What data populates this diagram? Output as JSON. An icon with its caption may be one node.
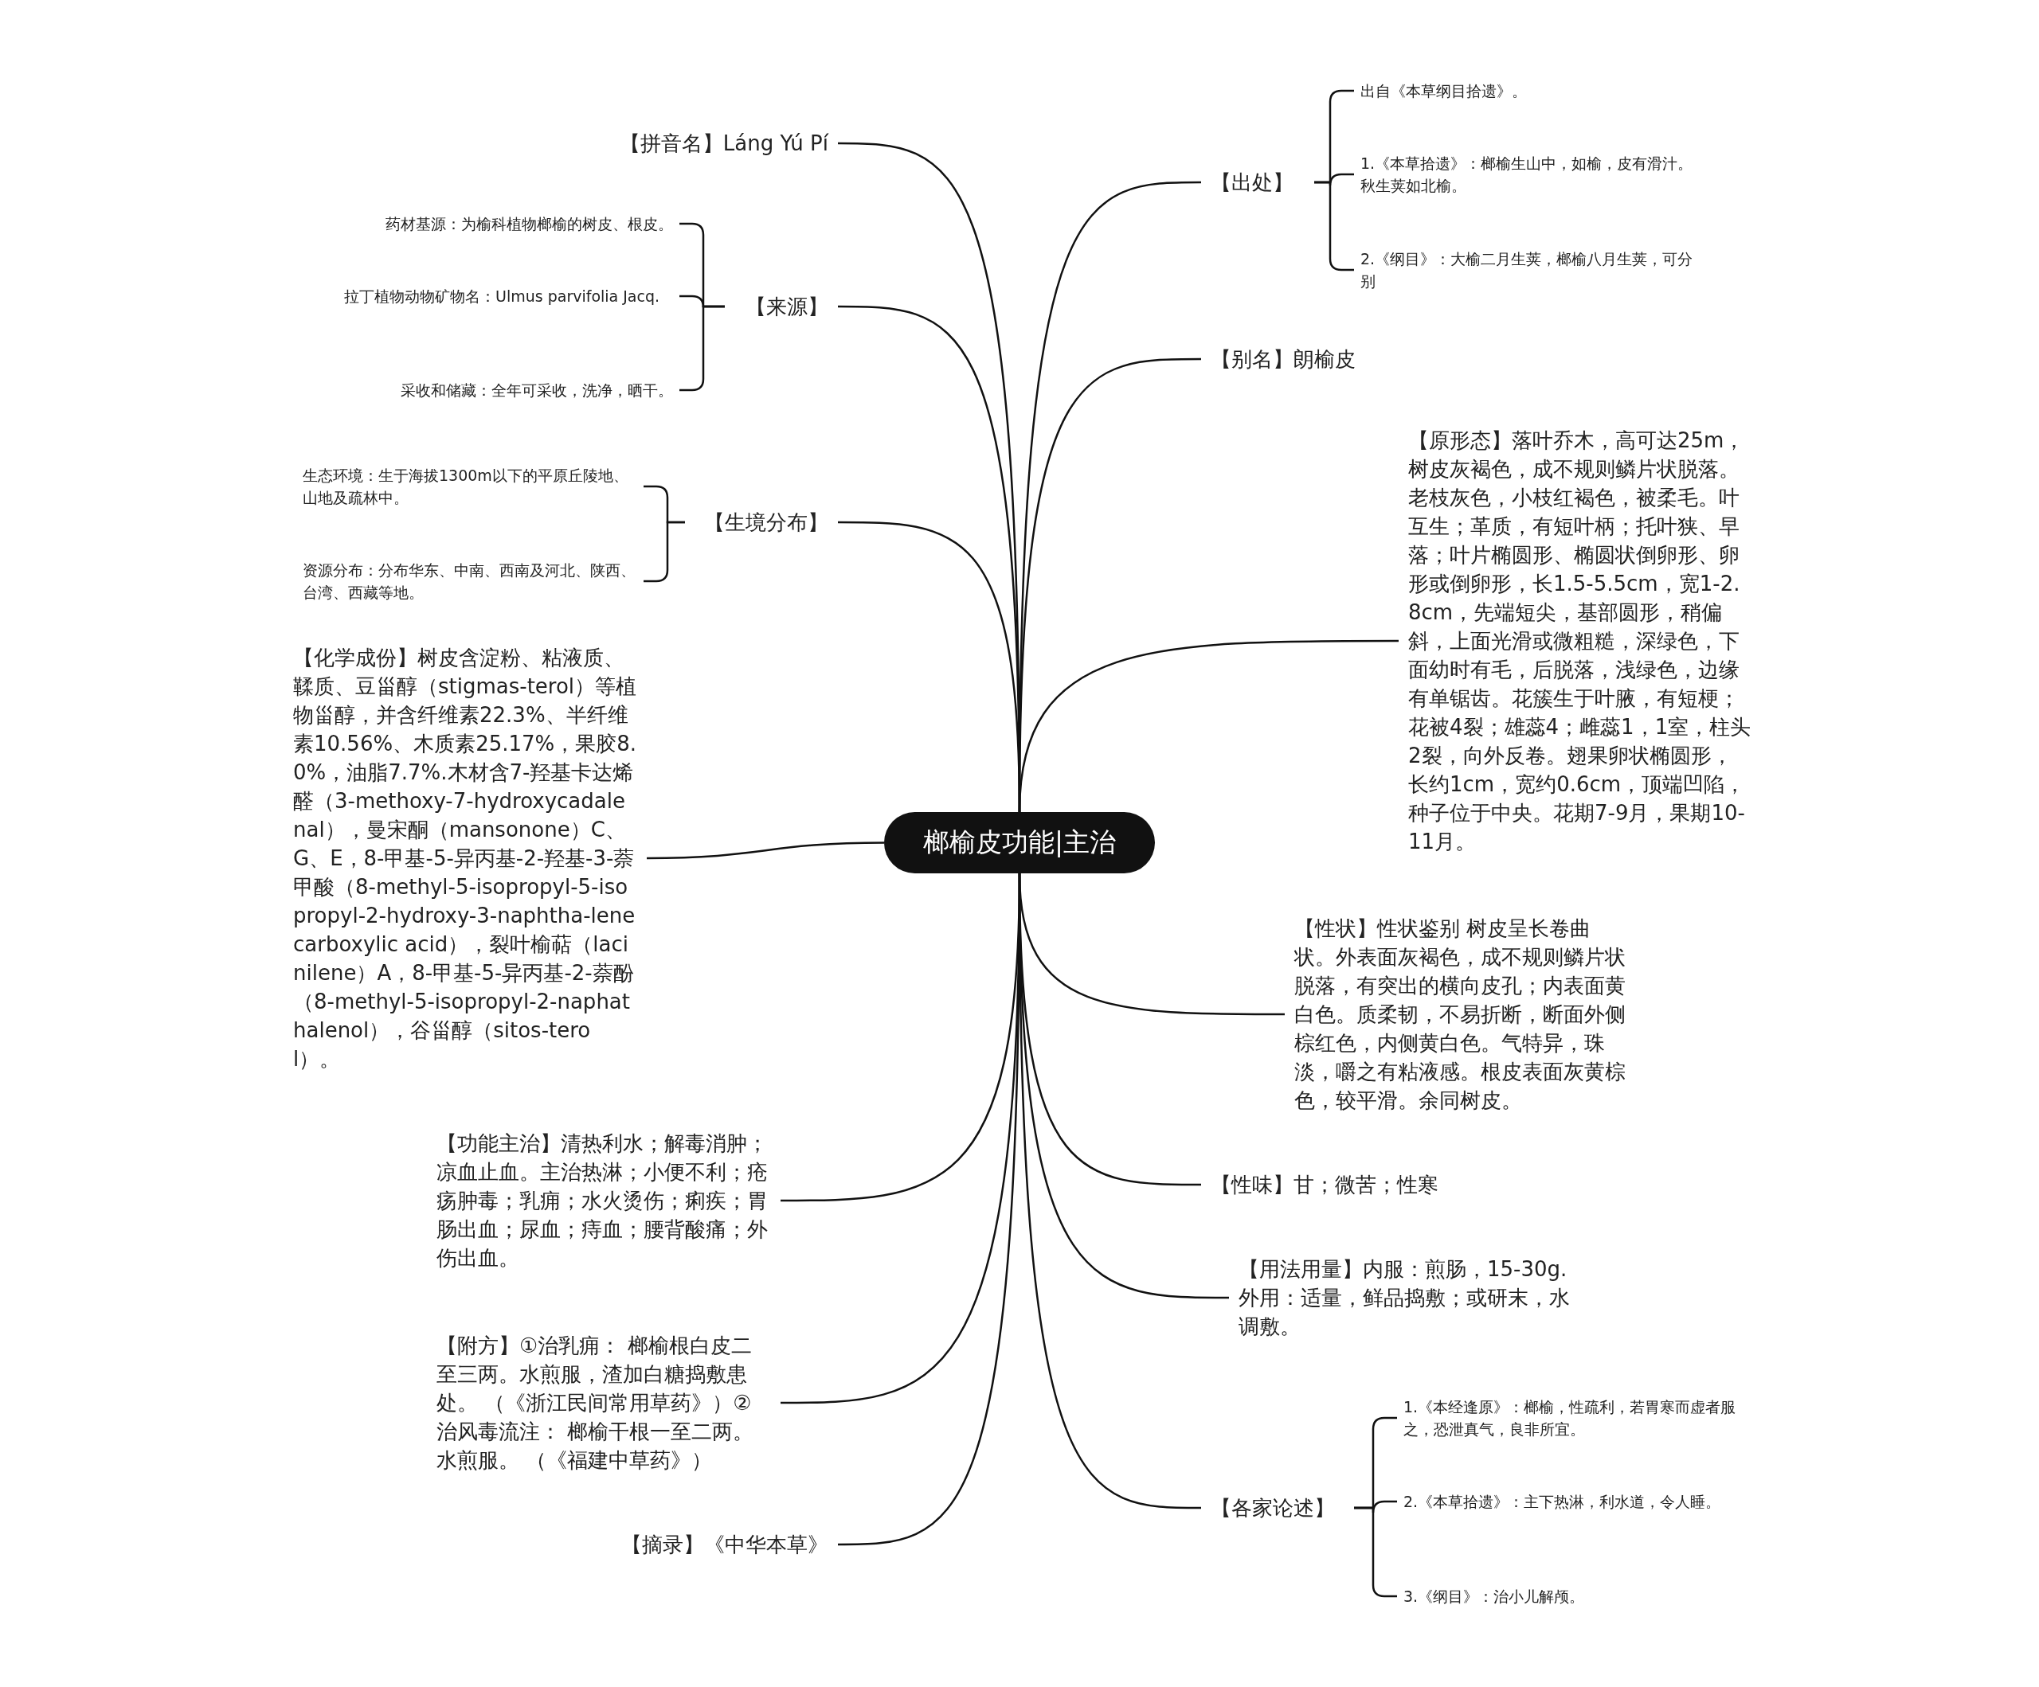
{
  "diagram": {
    "nodes": [
      {
        "text": [
          "榔榆皮功能|主治"
        ]
      },
      {
        "text": [
          "【拼音名】Láng Yú Pí"
        ]
      },
      {
        "text": [
          "【来源】"
        ]
      },
      {
        "text": [
          "药材基源：为榆科植物榔榆的树皮、根皮。"
        ]
      },
      {
        "text": [
          "拉丁植物动物矿物名：Ulmus parvifolia Jacq."
        ]
      },
      {
        "text": [
          "采收和储藏：全年可采收，洗净，晒干。"
        ]
      },
      {
        "text": [
          "【生境分布】"
        ]
      },
      {
        "text": [
          "生态环境：生于海拔1300m以下的平原丘陵地、山地及疏林中。"
        ]
      },
      {
        "text": [
          "资源分布：分布华东、中南、西南及河北、陕西、台湾、西藏等地。"
        ]
      },
      {
        "text": [
          "【化学成份】树皮含淀粉、粘液质、鞣质、豆甾醇（stigmas-terol）等植物甾醇，并含纤维素22.3%、半纤维素10.56%、木质素25.17%，果胶8.0%，油脂7.7%.木材含7-羟基卡达烯醛（3-methoxy-7-hydroxycadalenal），曼宋酮（mansonone）C、G、E，8-甲基-5-异丙基-2-羟基-3-萘甲酸（8-methyl-5-isopropyl-5-isopropyl-2-hydroxy-3-naphtha-lene carboxylic acid），裂叶榆萜（lacinilene）A，8-甲基-5-异丙基-2-萘酚（8-methyl-5-isopropyl-2-naphathalenol），谷甾醇（sitos-terol）。"
        ]
      },
      {
        "text": [
          "【功能主治】清热利水；解毒消肿；凉血止血。主治热淋；小便不利；疮疡肿毒；乳痈；水火烫伤；痢疾；胃肠出血；尿血；痔血；腰背酸痛；外伤出血。"
        ]
      },
      {
        "text": [
          "【附方】①治乳痈： 榔榆根白皮二至三两。水煎服，渣加白糖捣敷患处。 （《浙江民间常用草药》）②治风毒流注： 榔榆干根一至二两。水煎服。 （《福建中草药》）"
        ]
      },
      {
        "text": [
          "【摘录】《中华本草》"
        ]
      },
      {
        "text": [
          "【出处】"
        ]
      },
      {
        "text": [
          "出自《本草纲目拾遗》。"
        ]
      },
      {
        "text": [
          "1.《本草拾遗》：榔榆生山中，如榆，皮有滑汁。秋生荚如北榆。"
        ]
      },
      {
        "text": [
          "2.《纲目》：大榆二月生荚，榔榆八月生荚，可分别"
        ]
      },
      {
        "text": [
          "【别名】朗榆皮"
        ]
      },
      {
        "text": [
          "【原形态】落叶乔木，高可达25m，树皮灰褐色，成不规则鳞片状脱落。老枝灰色，小枝红褐色，被柔毛。叶互生；革质，有短叶柄；托叶狭、早落；叶片椭圆形、椭圆状倒卵形、卵形或倒卵形，长1.5-5.5cm，宽1-2.8cm，先端短尖，基部圆形，稍偏斜，上面光滑或微粗糙，深绿色，下面幼时有毛，后脱落，浅绿色，边缘有单锯齿。花簇生于叶腋，有短梗；花被4裂；雄蕊4；雌蕊1，1室，柱头2裂，向外反卷。翅果卵状椭圆形，长约1cm，宽约0.6cm，顶端凹陷，种子位于中央。花期7-9月，果期10-11月。"
        ]
      },
      {
        "text": [
          "【性状】性状鉴别 树皮呈长卷曲状。外表面灰褐色，成不规则鳞片状脱落，有突出的横向皮孔；内表面黄白色。质柔韧，不易折断，断面外侧棕红色，内侧黄白色。气特异，珠淡，嚼之有粘液感。根皮表面灰黄棕色，较平滑。余同树皮。"
        ]
      },
      {
        "text": [
          "【性味】甘；微苦；性寒"
        ]
      },
      {
        "text": [
          "【用法用量】内服：煎肠，15-30g.外用：适量，鲜品捣敷；或研末，水调敷。"
        ]
      },
      {
        "text": [
          "【各家论述】"
        ]
      },
      {
        "text": [
          "1.《本经逢原》：榔榆，性疏利，若胃寒而虚者服之，恐泄真气，良非所宜。"
        ]
      },
      {
        "text": [
          "2.《本草拾遗》：主下热淋，利水道，令人睡。"
        ]
      },
      {
        "text": [
          "3.《纲目》：治小儿解颅。"
        ]
      }
    ],
    "edges": [
      {
        "from": 0,
        "to": 1,
        "arrow": "none"
      },
      {
        "from": 0,
        "to": 2,
        "arrow": "none"
      },
      {
        "from": 2,
        "to": 3,
        "arrow": "none"
      },
      {
        "from": 2,
        "to": 4,
        "arrow": "none"
      },
      {
        "from": 2,
        "to": 5,
        "arrow": "none"
      },
      {
        "from": 0,
        "to": 6,
        "arrow": "none"
      },
      {
        "from": 6,
        "to": 7,
        "arrow": "none"
      },
      {
        "from": 6,
        "to": 8,
        "arrow": "none"
      },
      {
        "from": 0,
        "to": 9,
        "arrow": "none"
      },
      {
        "from": 0,
        "to": 10,
        "arrow": "none"
      },
      {
        "from": 0,
        "to": 11,
        "arrow": "none"
      },
      {
        "from": 0,
        "to": 12,
        "arrow": "none"
      },
      {
        "from": 0,
        "to": 13,
        "arrow": "none"
      },
      {
        "from": 13,
        "to": 14,
        "arrow": "none"
      },
      {
        "from": 13,
        "to": 15,
        "arrow": "none"
      },
      {
        "from": 13,
        "to": 16,
        "arrow": "none"
      },
      {
        "from": 0,
        "to": 17,
        "arrow": "none"
      },
      {
        "from": 0,
        "to": 18,
        "arrow": "none"
      },
      {
        "from": 0,
        "to": 19,
        "arrow": "none"
      },
      {
        "from": 0,
        "to": 20,
        "arrow": "none"
      },
      {
        "from": 0,
        "to": 21,
        "arrow": "none"
      },
      {
        "from": 0,
        "to": 22,
        "arrow": "none"
      },
      {
        "from": 22,
        "to": 23,
        "arrow": "none"
      },
      {
        "from": 22,
        "to": 24,
        "arrow": "none"
      },
      {
        "from": 22,
        "to": 25,
        "arrow": "none"
      }
    ]
  }
}
